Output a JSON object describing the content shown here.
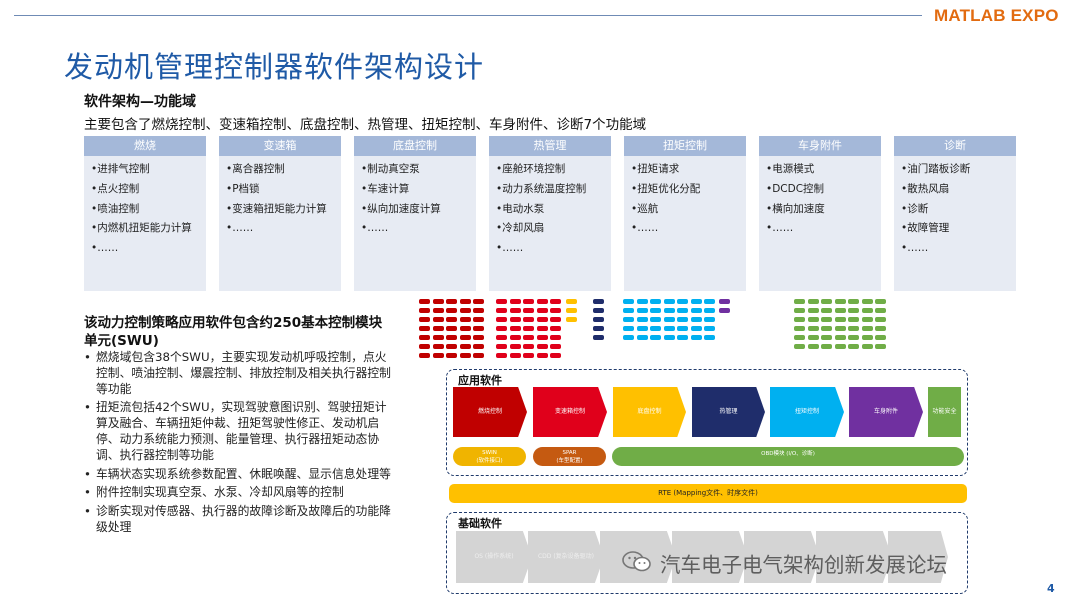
{
  "brand": {
    "logo_part1": "MATLAB ",
    "logo_part2": "EXPO",
    "accent": "#e26b10"
  },
  "title": "发动机管理控制器软件架构设计",
  "subtitle": "软件架构—功能域",
  "intro": "主要包含了燃烧控制、变速箱控制、底盘控制、热管理、扭矩控制、车身附件、诊断7个功能域",
  "domains": [
    {
      "name": "燃烧",
      "items": [
        "进排气控制",
        "点火控制",
        "喷油控制",
        "内燃机扭矩能力计算",
        "……"
      ]
    },
    {
      "name": "变速箱",
      "items": [
        "离合器控制",
        "P档锁",
        "变速箱扭矩能力计算",
        "……"
      ]
    },
    {
      "name": "底盘控制",
      "items": [
        "制动真空泵",
        "车速计算",
        "纵向加速度计算",
        "……"
      ]
    },
    {
      "name": "热管理",
      "items": [
        "座舱环境控制",
        "动力系统温度控制",
        "电动水泵",
        "冷却风扇",
        "……"
      ]
    },
    {
      "name": "扭矩控制",
      "items": [
        "扭矩请求",
        "扭矩优化分配",
        "巡航",
        "……"
      ]
    },
    {
      "name": "车身附件",
      "items": [
        "电源模式",
        "DCDC控制",
        "横向加速度",
        "……"
      ]
    },
    {
      "name": "诊断",
      "items": [
        "油门踏板诊断",
        "散热风扇",
        "诊断",
        "故障管理",
        "……"
      ]
    }
  ],
  "left": {
    "title": "该动力控制策略应用软件包含约250基本控制模块单元(SWU)",
    "bullets": [
      "燃烧域包含38个SWU，主要实现发动机呼吸控制，点火控制、喷油控制、爆震控制、排放控制及相关执行器控制等功能",
      "扭矩流包括42个SWU，实现驾驶意图识别、驾驶扭矩计算及融合、车辆扭矩仲裁、扭矩驾驶性修正、发动机启停、动力系统能力预测、能量管理、执行器扭矩动态协调、执行器控制等功能",
      "车辆状态实现系统参数配置、休眠唤醒、显示信息处理等",
      "附件控制实现真空泵、水泵、冷却风扇等的控制",
      "诊断实现对传感器、执行器的故障诊断及故障后的功能降级处理"
    ]
  },
  "diagram": {
    "app_label": "应用软件",
    "app_tiles": [
      {
        "label": "燃烧控制",
        "color": "#c00000"
      },
      {
        "label": "变速箱控制",
        "color": "#e0001b"
      },
      {
        "label": "底盘控制",
        "color": "#ffc000"
      },
      {
        "label": "热管理",
        "color": "#1f2d6b"
      },
      {
        "label": "扭矩控制",
        "color": "#00b0f0"
      },
      {
        "label": "车身附件",
        "color": "#7030a0"
      },
      {
        "label": "功能安全",
        "color": "#70ad47"
      }
    ],
    "pills": [
      {
        "line1": "SWIN",
        "line2": "(软件接口)",
        "color": "#f0b400"
      },
      {
        "line1": "SPAR",
        "line2": "(车型配置)",
        "color": "#c55a11"
      },
      {
        "line1": "OBD模块 (I/O、诊断)",
        "line2": "",
        "color": "#70ad47"
      }
    ],
    "rte": "RTE (Mapping文件、时序文件)",
    "base_label": "基础软件",
    "base_tiles": [
      "OS (操作系统)",
      "CDD (复杂设备驱动)",
      "",
      "",
      "",
      "",
      ""
    ],
    "dot_groups": [
      {
        "color": "#c00000",
        "rows": 7,
        "cols": 5
      },
      {
        "color": "#e0001b",
        "rows": 7,
        "cols": 5
      },
      {
        "color": "#ffc000",
        "rows": 3,
        "cols": 1
      },
      {
        "color": "#1f2d6b",
        "rows": 5,
        "cols": 1
      },
      {
        "color": "#00b0f0",
        "rows": 5,
        "cols": 7
      },
      {
        "color": "#7030a0",
        "rows": 2,
        "cols": 1
      },
      {
        "color": "#70ad47",
        "rows": 6,
        "cols": 7
      }
    ]
  },
  "watermark": "汽车电子电气架构创新发展论坛",
  "page_number": "4"
}
